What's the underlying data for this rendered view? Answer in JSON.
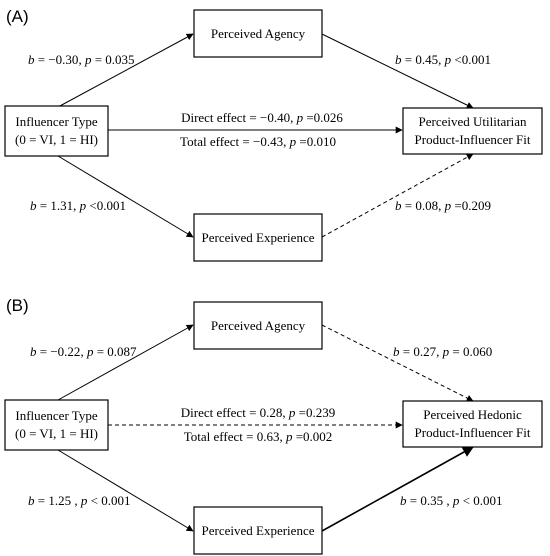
{
  "panels": [
    {
      "label": "(A)",
      "predictor": {
        "line1": "Influencer Type",
        "line2": "(0 = VI, 1 = HI)"
      },
      "mediator_top": "Perceived Agency",
      "mediator_bottom": "Perceived Experience",
      "outcome": {
        "line1": "Perceived Utilitarian",
        "line2": "Product-Influencer Fit"
      },
      "paths": {
        "a1": {
          "b": "−0.30",
          "p_op": "=",
          "p": "0.035"
        },
        "b1": {
          "b": "0.45",
          "p_op": "<",
          "p": "0.001"
        },
        "a2": {
          "b": "1.31",
          "p_op": "<",
          "p": "0.001"
        },
        "b2": {
          "b": "0.08",
          "p_op": "=",
          "p": "0.209"
        }
      },
      "direct": {
        "label": "Direct effect",
        "b": "−0.40",
        "p_op": "=",
        "p": "0.026"
      },
      "total": {
        "label": "Total effect",
        "b": "−0.43",
        "p_op": "=",
        "p": "0.010"
      }
    },
    {
      "label": "(B)",
      "predictor": {
        "line1": "Influencer Type",
        "line2": "(0 = VI, 1 = HI)"
      },
      "mediator_top": "Perceived Agency",
      "mediator_bottom": "Perceived Experience",
      "outcome": {
        "line1": "Perceived Hedonic",
        "line2": "Product-Influencer Fit"
      },
      "paths": {
        "a1": {
          "b": "−0.22",
          "p_op": "=",
          "p": "0.087"
        },
        "b1": {
          "b": "0.27",
          "p_op": "=",
          "p": "0.060"
        },
        "a2": {
          "b": "1.25 ",
          "p_op": "<",
          "p": "0.001"
        },
        "b2": {
          "b": "0.35 ",
          "p_op": "<",
          "p": "0.001"
        }
      },
      "direct": {
        "label": "Direct effect",
        "b": "0.28",
        "p_op": "=",
        "p": "0.239"
      },
      "total": {
        "label": "Total effect",
        "b": "0.63",
        "p_op": "=",
        "p": "0.002"
      }
    }
  ]
}
